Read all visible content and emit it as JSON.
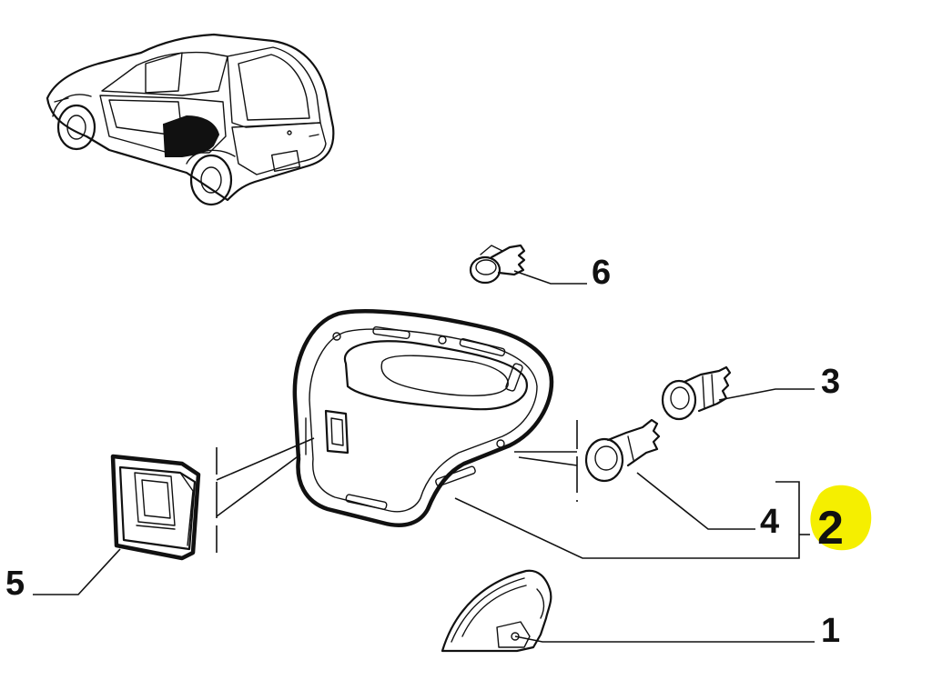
{
  "callouts": {
    "c1": "1",
    "c2": "2",
    "c3": "3",
    "c4": "4",
    "c5": "5",
    "c6": "6"
  },
  "colors": {
    "highlight": "#f5ef00",
    "ink": "#111111",
    "background": "#ffffff",
    "shaded_area": "#111111"
  }
}
